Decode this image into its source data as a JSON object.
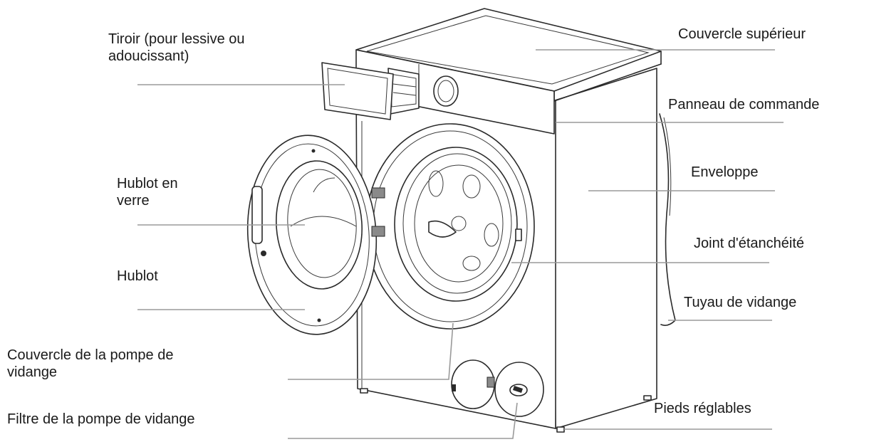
{
  "labels": {
    "drawer": [
      "Tiroir (pour lessive ou",
      "adoucissant)"
    ],
    "top_cover": "Couvercle supérieur",
    "control_panel": "Panneau de commande",
    "casing": "Enveloppe",
    "glass_porthole": [
      "Hublot en",
      "verre"
    ],
    "seal": "Joint d'étanchéité",
    "porthole": "Hublot",
    "drain_hose": "Tuyau de vidange",
    "pump_cover": [
      "Couvercle de la pompe de",
      "vidange"
    ],
    "adjustable_feet": "Pieds réglables",
    "pump_filter": "Filtre de la pompe de vidange"
  },
  "colors": {
    "leader_line": "#9a9a9a",
    "outline": "#2a2a2a",
    "text": "#1a1a1a"
  }
}
